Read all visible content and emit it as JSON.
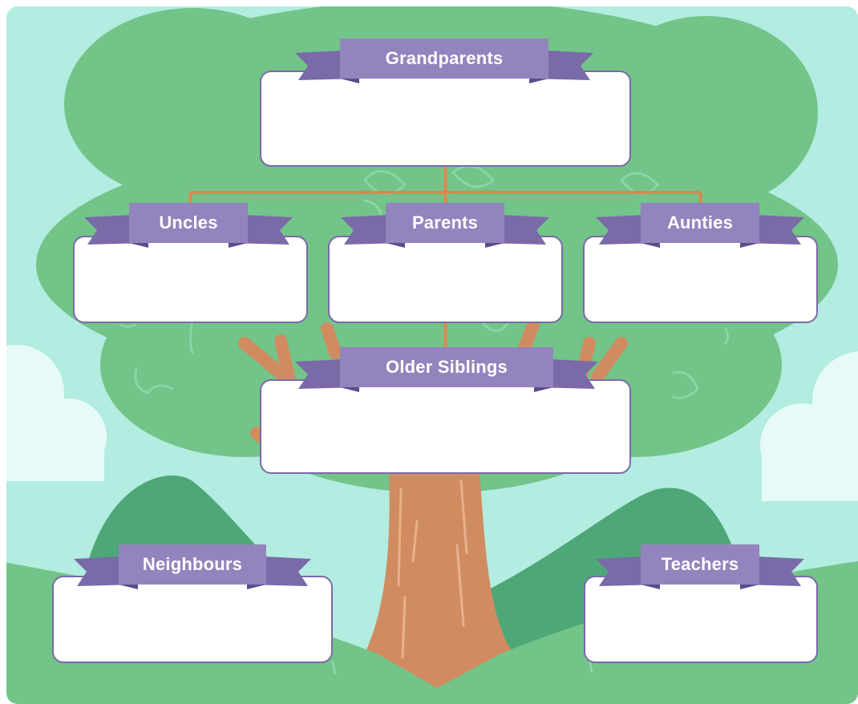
{
  "colors": {
    "sky": "#b3ece0",
    "canopy": "#72c489",
    "hill_dark": "#4ea777",
    "ground": "#72c489",
    "trunk": "#d08c60",
    "connector": "#d9884f",
    "banner_main": "#9384bd",
    "banner_tail": "#7a6aa8",
    "card_border": "#7a6aa8",
    "cloud": "#e6fbf8"
  },
  "nodes": {
    "grandparents": {
      "label": "Grandparents"
    },
    "uncles": {
      "label": "Uncles"
    },
    "parents": {
      "label": "Parents"
    },
    "aunties": {
      "label": "Aunties"
    },
    "older_siblings": {
      "label": "Older Siblings"
    },
    "neighbours": {
      "label": "Neighbours"
    },
    "teachers": {
      "label": "Teachers"
    }
  },
  "edges": [
    [
      "grandparents",
      "uncles"
    ],
    [
      "grandparents",
      "parents"
    ],
    [
      "grandparents",
      "aunties"
    ],
    [
      "parents",
      "older_siblings"
    ]
  ]
}
